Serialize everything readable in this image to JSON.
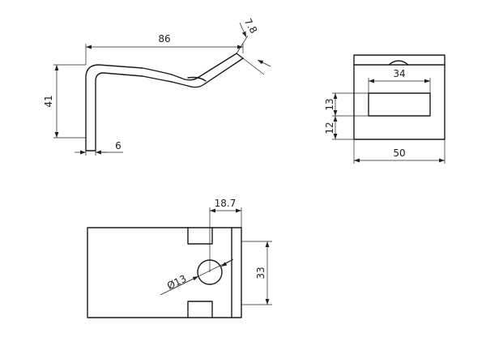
{
  "drawing": {
    "side_view": {
      "width_label": "86",
      "height_label": "41",
      "thickness_label": "6",
      "tip_label": "7.8"
    },
    "front_view": {
      "slot_width_label": "34",
      "slot_height_label": "13",
      "slot_offset_label": "12",
      "overall_width_label": "50"
    },
    "top_view": {
      "slot_offset_label": "18.7",
      "hole_label": "Ø13",
      "height_label": "33"
    }
  }
}
